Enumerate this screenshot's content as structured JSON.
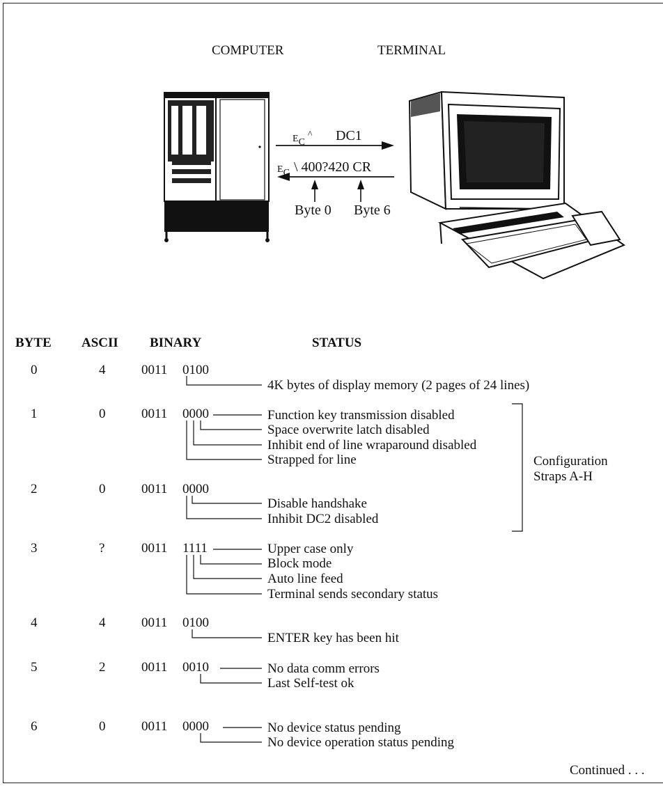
{
  "top_labels": {
    "computer": "COMPUTER",
    "terminal": "TERMINAL"
  },
  "exchange": {
    "request_prefix": "E",
    "request_sub": "C",
    "request_caret": "^",
    "request_text": "DC1",
    "response_prefix": "E",
    "response_sub": "C",
    "response_text": "\\ 400?420 CR",
    "byte0_label": "Byte 0",
    "byte6_label": "Byte 6"
  },
  "headers": {
    "byte": "BYTE",
    "ascii": "ASCII",
    "binary": "BINARY",
    "status": "STATUS"
  },
  "rows": [
    {
      "byte": "0",
      "ascii": "4",
      "hi": "0011",
      "lo": "0100",
      "statuses": [
        "4K bytes of display memory (2 pages of 24 lines)"
      ]
    },
    {
      "byte": "1",
      "ascii": "0",
      "hi": "0011",
      "lo": "0000",
      "statuses": [
        "Function key transmission disabled",
        "Space overwrite latch disabled",
        "Inhibit end of line wraparound disabled",
        "Strapped for line"
      ]
    },
    {
      "byte": "2",
      "ascii": "0",
      "hi": "0011",
      "lo": "0000",
      "statuses": [
        "Disable handshake",
        "Inhibit DC2 disabled"
      ]
    },
    {
      "byte": "3",
      "ascii": "?",
      "hi": "0011",
      "lo": "1111",
      "statuses": [
        "Upper case only",
        "Block mode",
        "Auto line feed",
        "Terminal sends secondary status"
      ]
    },
    {
      "byte": "4",
      "ascii": "4",
      "hi": "0011",
      "lo": "0100",
      "statuses": [
        "ENTER key has been hit"
      ]
    },
    {
      "byte": "5",
      "ascii": "2",
      "hi": "0011",
      "lo": "0010",
      "statuses": [
        "No data comm errors",
        "Last Self-test ok"
      ]
    },
    {
      "byte": "6",
      "ascii": "0",
      "hi": "0011",
      "lo": "0000",
      "statuses": [
        "No device status pending",
        "No device operation status pending"
      ]
    }
  ],
  "bracket_label": {
    "line1": "Configuration",
    "line2": "Straps A-H"
  },
  "footer": {
    "continued": "Continued . . ."
  }
}
